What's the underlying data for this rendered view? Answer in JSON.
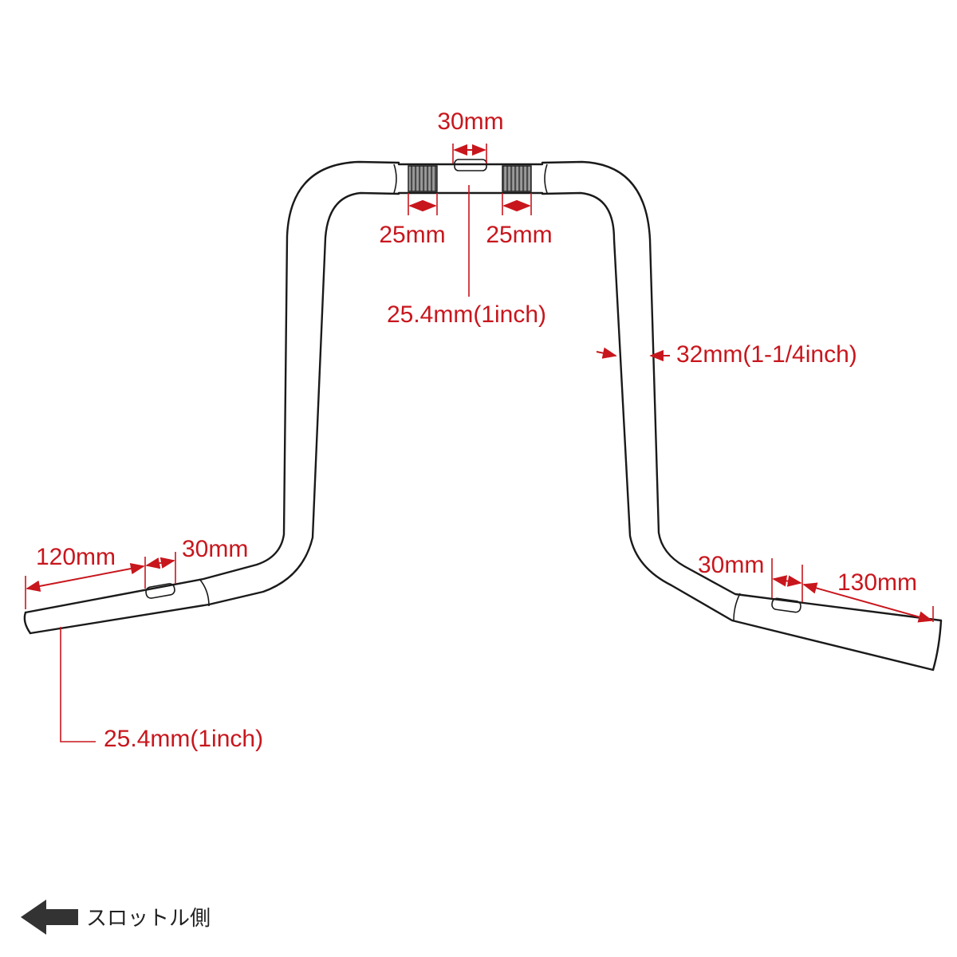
{
  "colors": {
    "dimension": "#c8161d",
    "outline": "#1a1a1a",
    "background": "#ffffff"
  },
  "labels": {
    "top_clamp_width": "30mm",
    "left_knurl_width": "25mm",
    "right_knurl_width": "25mm",
    "center_diameter": "25.4mm(1inch)",
    "riser_diameter": "32mm(1-1/4inch)",
    "left_grip_length": "120mm",
    "left_slot_width": "30mm",
    "right_slot_width": "30mm",
    "right_grip_length": "130mm",
    "end_diameter": "25.4mm(1inch)"
  },
  "legend": {
    "icon": "arrow-left-icon",
    "text": "スロットル側"
  }
}
